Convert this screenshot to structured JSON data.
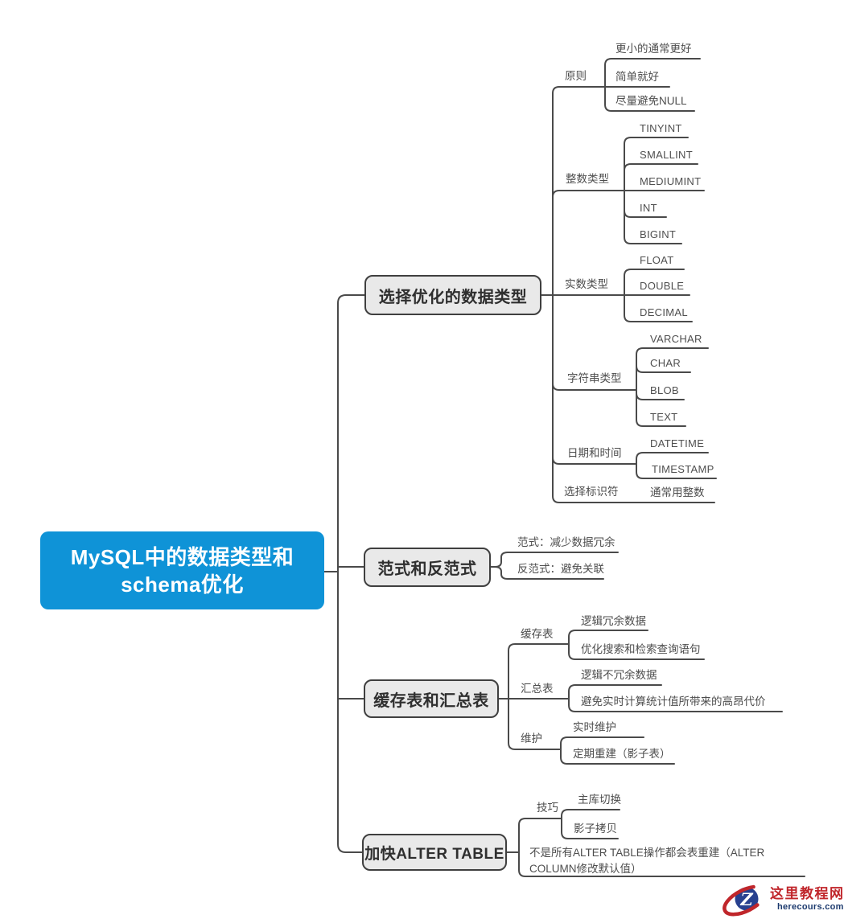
{
  "title_node": "MySQL中的数据类型和\nschema优化",
  "branches": [
    {
      "label": "选择优化的数据类型",
      "groups": [
        {
          "label": "原则",
          "leaves": [
            "更小的通常更好",
            "简单就好",
            "尽量避免NULL"
          ]
        },
        {
          "label": "整数类型",
          "leaves": [
            "TINYINT",
            "SMALLINT",
            "MEDIUMINT",
            "INT",
            "BIGINT"
          ]
        },
        {
          "label": "实数类型",
          "leaves": [
            "FLOAT",
            "DOUBLE",
            "DECIMAL"
          ]
        },
        {
          "label": "字符串类型",
          "leaves": [
            "VARCHAR",
            "CHAR",
            "BLOB",
            "TEXT"
          ]
        },
        {
          "label": "日期和时间",
          "leaves": [
            "DATETIME",
            "TIMESTAMP"
          ]
        },
        {
          "label": "选择标识符",
          "leaves": [
            "通常用整数"
          ]
        }
      ]
    },
    {
      "label": "范式和反范式",
      "leaves": [
        "范式：减少数据冗余",
        "反范式：避免关联"
      ]
    },
    {
      "label": "缓存表和汇总表",
      "groups": [
        {
          "label": "缓存表",
          "leaves": [
            "逻辑冗余数据",
            "优化搜索和检索查询语句"
          ]
        },
        {
          "label": "汇总表",
          "leaves": [
            "逻辑不冗余数据",
            "避免实时计算统计值所带来的高昂代价"
          ]
        },
        {
          "label": "维护",
          "leaves": [
            "实时维护",
            "定期重建（影子表）"
          ]
        }
      ]
    },
    {
      "label": "加快ALTER TABLE",
      "groups": [
        {
          "label": "技巧",
          "leaves": [
            "主库切换",
            "影子拷贝"
          ]
        }
      ],
      "note": "不是所有ALTER TABLE操作都会表重建（ALTER COLUMN修改默认值）"
    }
  ],
  "colors": {
    "root_fill": "#0f93d7",
    "branch_fill": "#e9e9e9",
    "branch_border": "#3f3f3f",
    "connector_line": "#4a4a4a",
    "label_text": "#4d4d4d"
  },
  "watermark": {
    "site_name": "这里教程网",
    "site_url": "herecours.com",
    "logo_letter": "Z",
    "red": "#c0262b",
    "navy": "#27408f"
  }
}
